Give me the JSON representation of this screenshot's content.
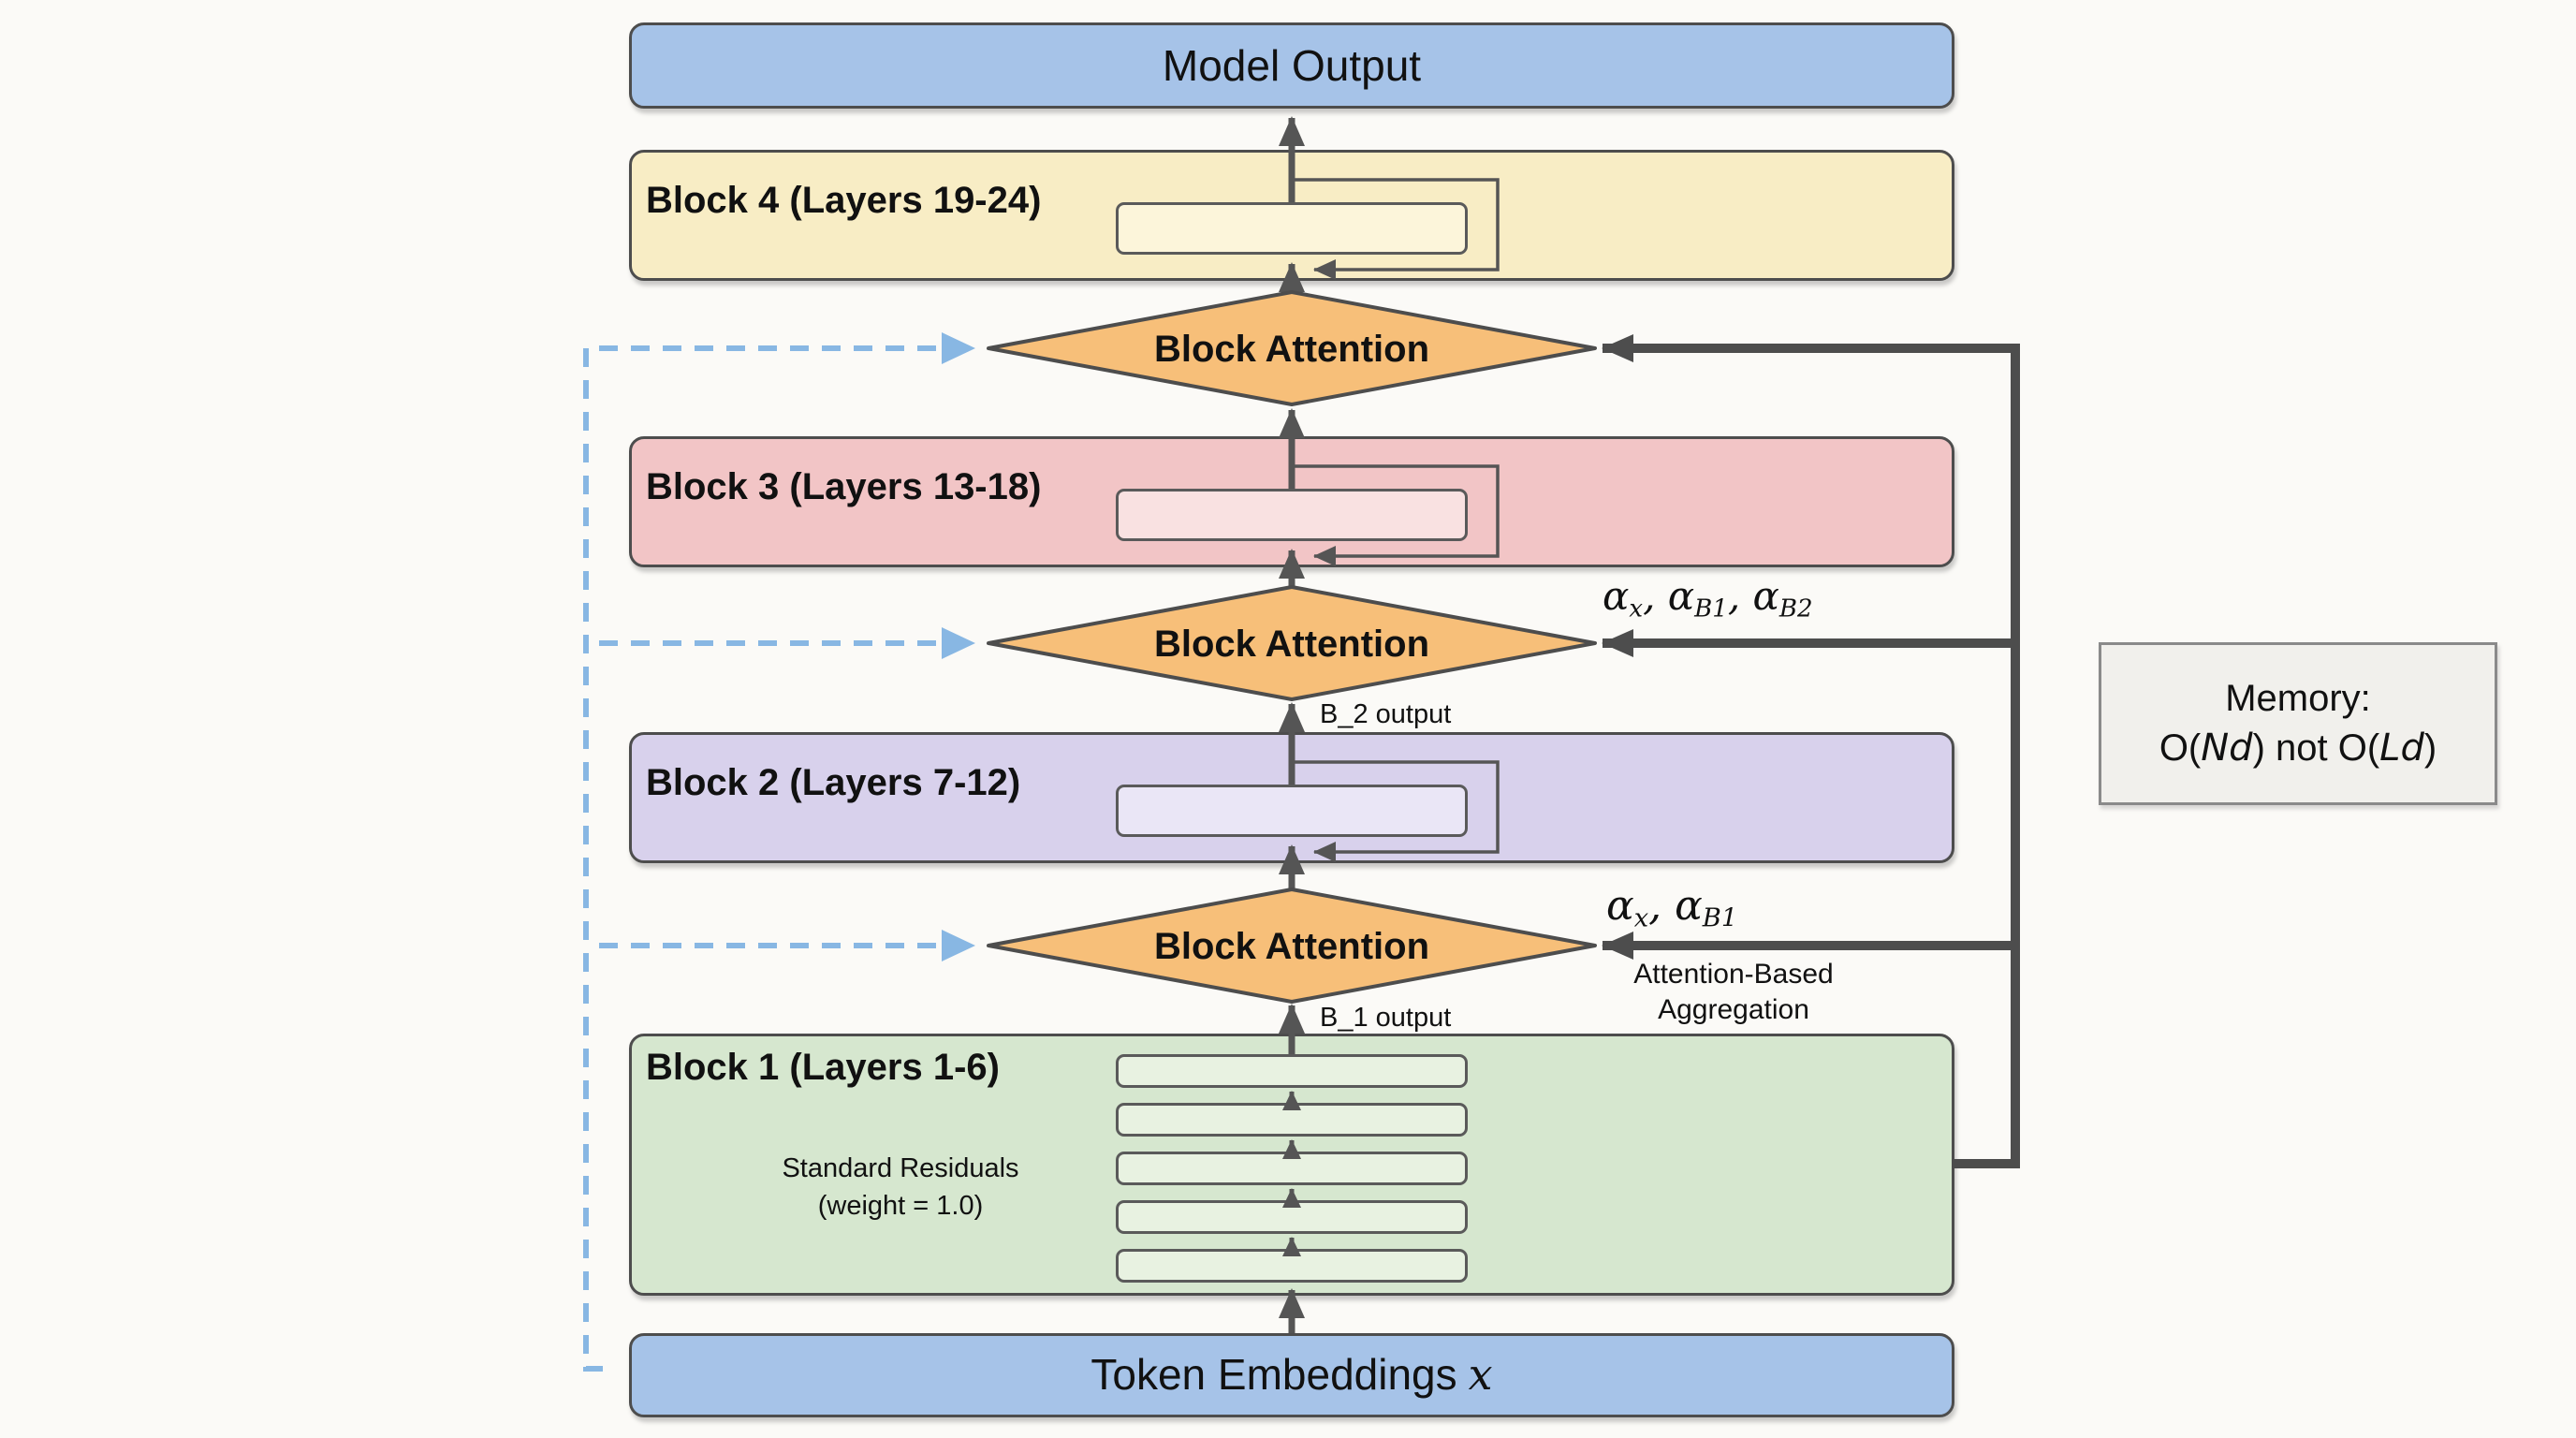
{
  "model_output": {
    "label": "Model Output"
  },
  "blocks": [
    {
      "label": "Block 4 (Layers 19-24)"
    },
    {
      "label": "Block 3 (Layers 13-18)"
    },
    {
      "label": "Block 2 (Layers 7-12)"
    },
    {
      "label": "Block 1 (Layers 1-6)",
      "note1": "Standard Residuals",
      "note2": "(weight = 1.0)"
    }
  ],
  "attention": {
    "top": {
      "label": "Block Attention"
    },
    "mid": {
      "label": "Block Attention",
      "output": "B_2 output",
      "w_a1": "α",
      "w_s1": "x",
      "w_a2": ", α",
      "w_s2": "B1",
      "w_a3": ", α",
      "w_s3": "B2"
    },
    "bottom": {
      "label": "Block Attention",
      "output": "B_1 output",
      "w_a1": "α",
      "w_s1": "x",
      "w_a2": ", α",
      "w_s2": "B1",
      "note1": "Attention-Based",
      "note2": "Aggregation"
    }
  },
  "token_embeddings": {
    "label": "Token Embeddings",
    "var": "x"
  },
  "memory": {
    "line1": "Memory:",
    "o1": "O(",
    "v1": "Nd",
    "m": ") not O(",
    "v2": "Ld",
    "c": ")"
  },
  "colors": {
    "output_box": "#a6c3e8",
    "block4": "#f8edc5",
    "block3": "#f2c5c6",
    "block2": "#d8d1ec",
    "block1": "#d6e7cf",
    "attention_diamond": "#f7bf79",
    "memory_box": "#f1f0ec",
    "residual_arrow": "#555555",
    "aggregation_trunk": "#4d4d4d",
    "token_broadcast_dashed": "#88b7e3"
  }
}
